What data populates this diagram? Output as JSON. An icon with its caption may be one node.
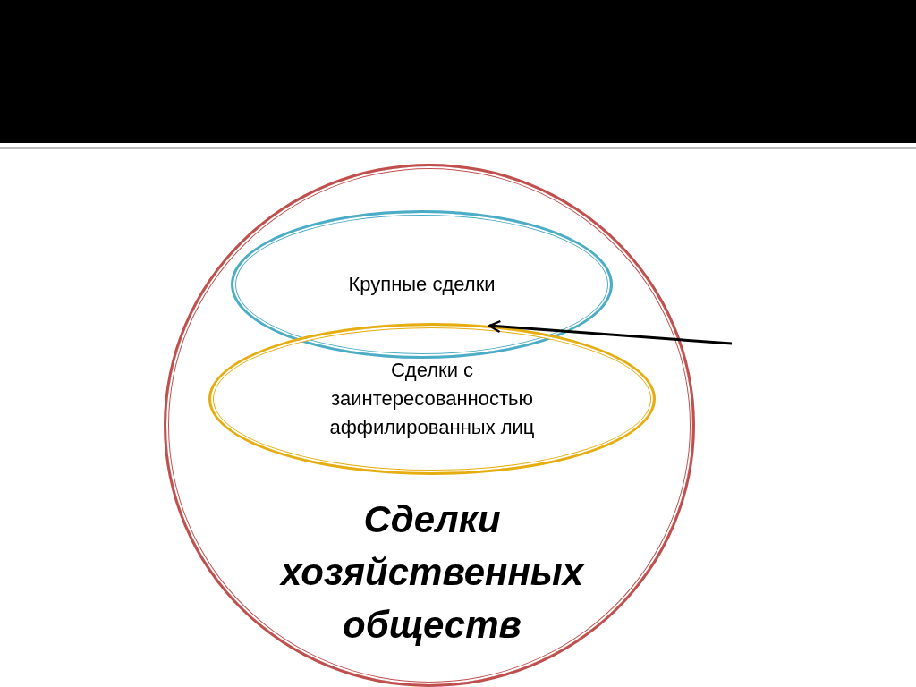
{
  "diagram": {
    "nodes": [
      {
        "text": [
          "Сделки хозяйственных обществ"
        ]
      },
      {
        "text": [
          "Крупные сделки"
        ],
        "in": 0
      },
      {
        "text": [
          "Сделки с заинтересованностью аффилированных лиц"
        ],
        "in": 0
      }
    ],
    "edges": [
      {
        "from": null,
        "to": 2,
        "arrow": "to"
      }
    ]
  }
}
